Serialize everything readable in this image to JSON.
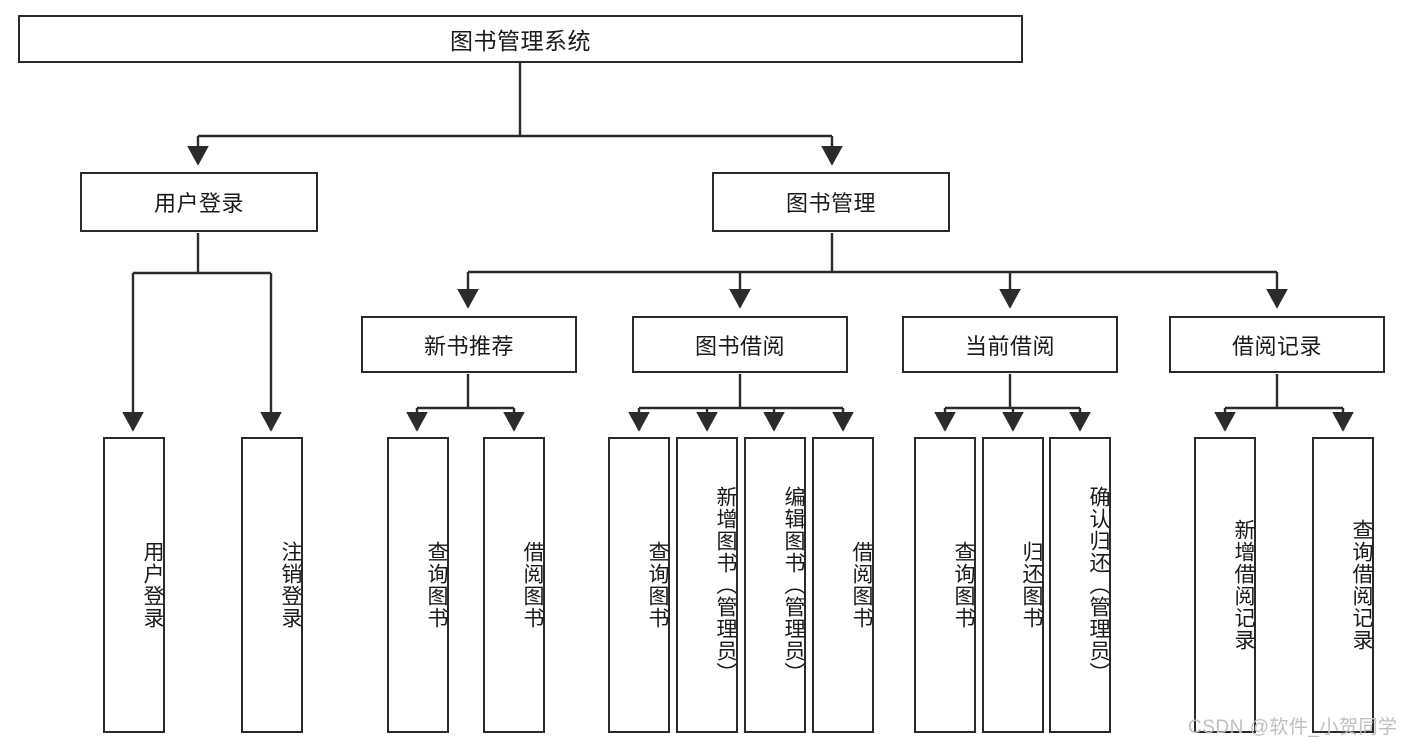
{
  "diagram": {
    "type": "tree-hierarchy-chart",
    "title_box": {
      "label": "图书管理系统"
    },
    "level2": [
      {
        "id": "user-login",
        "label": "用户登录"
      },
      {
        "id": "book-management",
        "label": "图书管理"
      }
    ],
    "level3": [
      {
        "id": "new-book-recommend",
        "label": "新书推荐"
      },
      {
        "id": "book-borrow",
        "label": "图书借阅"
      },
      {
        "id": "current-borrow",
        "label": "当前借阅"
      },
      {
        "id": "borrow-record",
        "label": "借阅记录"
      }
    ],
    "leaves": [
      {
        "id": "leaf-user-login",
        "label": "用户登录",
        "parent": "user-login"
      },
      {
        "id": "leaf-user-logout",
        "label": "注销登录",
        "parent": "user-login"
      },
      {
        "id": "leaf-query-book-1",
        "label": "查询图书",
        "parent": "new-book-recommend"
      },
      {
        "id": "leaf-borrow-book-1",
        "label": "借阅图书",
        "parent": "new-book-recommend"
      },
      {
        "id": "leaf-query-book-2",
        "label": "查询图书",
        "parent": "book-borrow"
      },
      {
        "id": "leaf-add-book",
        "label": "新增图书（管理员）",
        "parent": "book-borrow"
      },
      {
        "id": "leaf-edit-book",
        "label": "编辑图书（管理员）",
        "parent": "book-borrow"
      },
      {
        "id": "leaf-borrow-book-2",
        "label": "借阅图书",
        "parent": "book-borrow"
      },
      {
        "id": "leaf-query-book-3",
        "label": "查询图书",
        "parent": "current-borrow"
      },
      {
        "id": "leaf-return-book",
        "label": "归还图书",
        "parent": "current-borrow"
      },
      {
        "id": "leaf-confirm-return",
        "label": "确认归还（管理员）",
        "parent": "current-borrow"
      },
      {
        "id": "leaf-add-record",
        "label": "新增借阅记录",
        "parent": "borrow-record"
      },
      {
        "id": "leaf-query-record",
        "label": "查询借阅记录",
        "parent": "borrow-record"
      }
    ],
    "watermark": "CSDN @软件_小贺同学",
    "colors": {
      "stroke": "#2b2b2b",
      "box_fill": "#ffffff",
      "text": "#1a1a1a",
      "watermark": "#bfbfbf",
      "background": "#ffffff"
    }
  }
}
